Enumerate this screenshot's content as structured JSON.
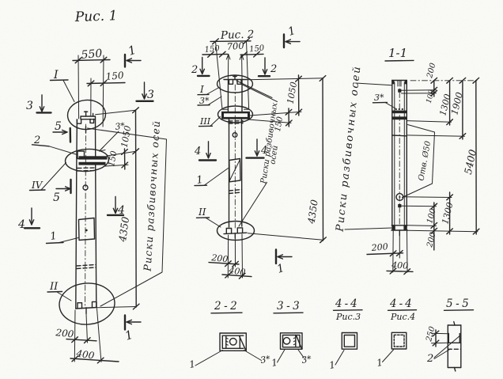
{
  "figure1": {
    "title": "Рис. 1",
    "dim_550": "550",
    "dim_150_top": "150",
    "dim_1050": "1050",
    "dim_150_side": "150",
    "dim_4350": "4350",
    "dim_200": "200",
    "dim_400": "400",
    "axes_note": "Риски разбивочных осей",
    "detail_I": "I",
    "detail_IV": "IV",
    "detail_II": "II",
    "label_1": "1",
    "label_2": "2",
    "label_3star": "3*",
    "cut_1_top": "1",
    "cut_1_bottom": "1",
    "cut_3_left": "3",
    "cut_3_right": "3",
    "cut_4_left": "4",
    "cut_4_right": "4",
    "cut_5_top": "5",
    "cut_5_bottom": "5"
  },
  "figure2": {
    "title": "Рис. 2",
    "dim_700": "700",
    "dim_150_left": "150",
    "dim_150_right": "150",
    "dim_1050": "1050",
    "dim_150_side": "150",
    "dim_4350": "4350",
    "dim_200": "200",
    "dim_400": "400",
    "axes_note_line1": "Риски разбивочных",
    "axes_note_line2": "осей",
    "detail_I": "I",
    "detail_III": "III",
    "detail_II": "II",
    "label_1": "1",
    "label_3star": "3*",
    "cut_1_top": "1",
    "cut_1_bottom": "1",
    "cut_2_left": "2",
    "cut_2_right": "2",
    "cut_4_left": "4",
    "cut_4_right": "4"
  },
  "section11": {
    "title": "1-1",
    "dim_200_top": "200",
    "dim_100_top": "100",
    "dim_1300_top": "1300",
    "dim_1900": "1900",
    "hole_note": "Отв. Ø50",
    "dim_5400": "5400",
    "dim_100_bottom": "100",
    "dim_1300_bottom": "1300",
    "dim_200_base": "200",
    "dim_200_width": "200",
    "dim_400": "400",
    "axes_note": "Риски разбивочных осей",
    "label_3star": "3*"
  },
  "sections": {
    "s22": {
      "title": "2-2",
      "label_1": "1",
      "label_3star": "3*"
    },
    "s33": {
      "title": "3-3",
      "label_1": "1",
      "label_3star": "3*"
    },
    "s44a": {
      "title": "4-4",
      "subtitle": "Рис.3",
      "label_1": "1"
    },
    "s44b": {
      "title": "4-4",
      "subtitle": "Рис.4",
      "label_1": "1"
    },
    "s55": {
      "title": "5-5",
      "dim_250": "250",
      "label_2": "2"
    }
  },
  "colors": {
    "ink": "#1c1c1c",
    "paper": "#fbfbf8"
  }
}
